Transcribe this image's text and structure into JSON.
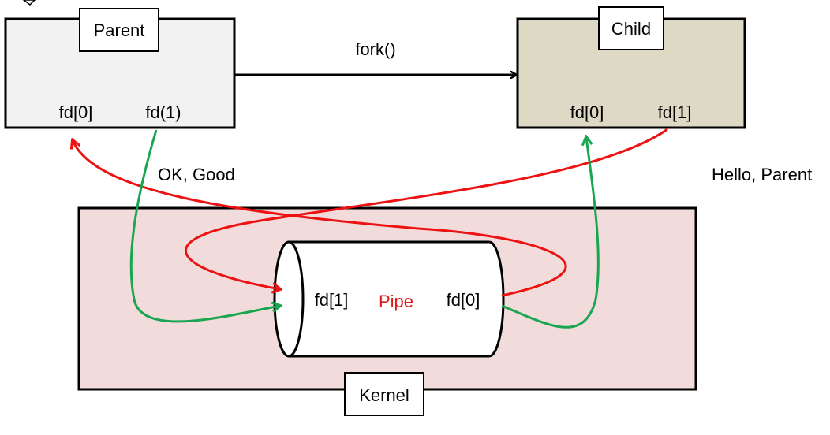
{
  "parent": {
    "label": "Parent",
    "fd0": "fd[0]",
    "fd1": "fd(1)",
    "fill": "#f2f2f2"
  },
  "child": {
    "label": "Child",
    "fd0": "fd[0]",
    "fd1": "fd[1]",
    "fill": "#ddd9c4"
  },
  "fork_label": "fork()",
  "kernel": {
    "label": "Kernel",
    "fill": "#f2dcdb"
  },
  "pipe": {
    "label": "Pipe",
    "fd1": "fd[1]",
    "fd0": "fd[0]",
    "label_color": "#e41a1a"
  },
  "messages": {
    "parent_to_child": "OK, Good",
    "child_to_parent": "Hello, Parent"
  },
  "colors": {
    "red_arrow": "#ee1111",
    "green_arrow": "#1aa650",
    "stroke": "#000000"
  }
}
